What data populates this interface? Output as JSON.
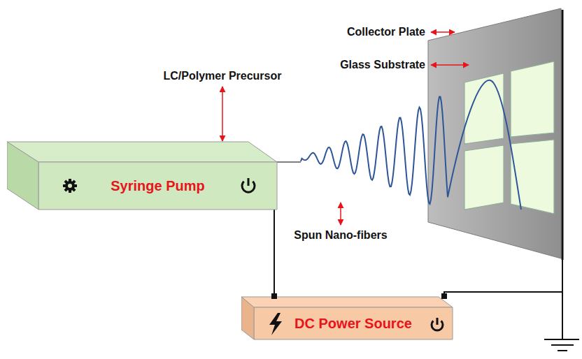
{
  "diagram": {
    "nodes": [
      {
        "text": [
          "Syringe Pump"
        ]
      },
      {
        "text": [
          "DC Power Source"
        ]
      }
    ],
    "labels": [
      "Collector Plate",
      "Glass Substrate",
      "LC/Polymer Precursor",
      "Spun Nano-fibers"
    ]
  }
}
